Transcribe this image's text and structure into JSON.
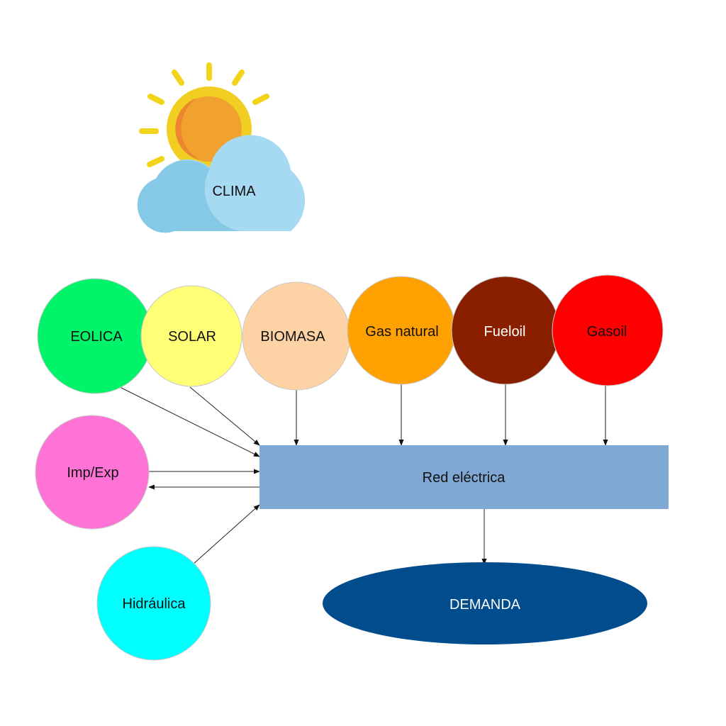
{
  "climate": {
    "label": "CLIMA"
  },
  "sources": {
    "eolica": {
      "label": "EOLICA",
      "color": "#00f46a"
    },
    "solar": {
      "label": "SOLAR",
      "color": "#ffff77"
    },
    "biomasa": {
      "label": "BIOMASA",
      "color": "#fdd2a4"
    },
    "gas": {
      "label": "Gas natural",
      "color": "#ffa100"
    },
    "fueloil": {
      "label": "Fueloil",
      "color": "#8a1f00"
    },
    "gasoil": {
      "label": "Gasoil",
      "color": "#ff0000"
    }
  },
  "impexp": {
    "label": "Imp/Exp",
    "color": "#ff73d6"
  },
  "hidraulica": {
    "label": "Hidráulica",
    "color": "#00ffff"
  },
  "grid": {
    "label": "Red eléctrica",
    "color": "#80a8d4"
  },
  "demand": {
    "label": "DEMANDA",
    "color": "#004c8c"
  },
  "icons": {
    "climate": "sun-cloud-icon"
  }
}
